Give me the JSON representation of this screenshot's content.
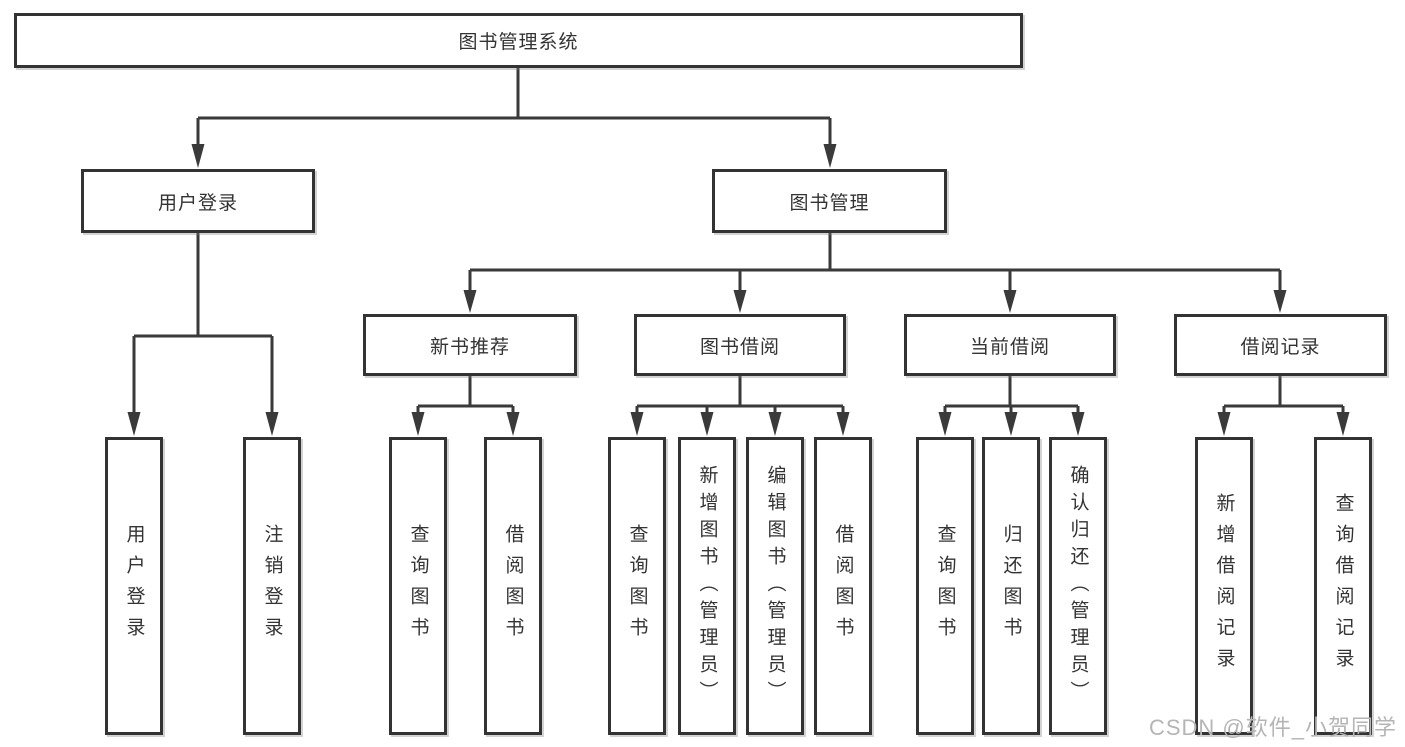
{
  "tree": {
    "label": "图书管理系统",
    "children": [
      {
        "label": "用户登录",
        "children": [
          {
            "label": "用户登录"
          },
          {
            "label": "注销登录"
          }
        ]
      },
      {
        "label": "图书管理",
        "children": [
          {
            "label": "新书推荐",
            "children": [
              {
                "label": "查询图书"
              },
              {
                "label": "借阅图书"
              }
            ]
          },
          {
            "label": "图书借阅",
            "children": [
              {
                "label": "查询图书"
              },
              {
                "label": "新增图书（管理员）"
              },
              {
                "label": "编辑图书（管理员）"
              },
              {
                "label": "借阅图书"
              }
            ]
          },
          {
            "label": "当前借阅",
            "children": [
              {
                "label": "查询图书"
              },
              {
                "label": "归还图书"
              },
              {
                "label": "确认归还（管理员）"
              }
            ]
          },
          {
            "label": "借阅记录",
            "children": [
              {
                "label": "新增借阅记录"
              },
              {
                "label": "查询借阅记录"
              }
            ]
          }
        ]
      }
    ]
  },
  "watermark": {
    "text": "CSDN @软件_小贺同学"
  },
  "colors": {
    "line": "#3a3a3a",
    "box_border": "#333333",
    "text": "#333333",
    "watermark": "#b5b5b5",
    "background": "#ffffff"
  }
}
